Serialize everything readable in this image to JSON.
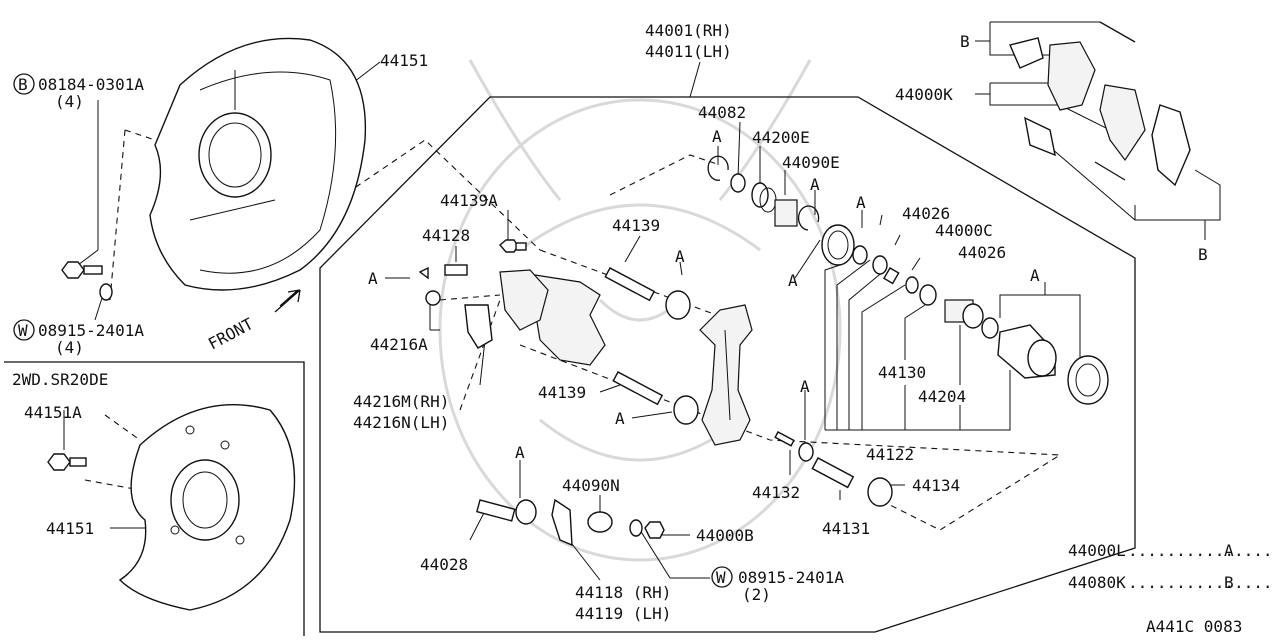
{
  "labels": {
    "p44001": "44001(RH)",
    "p44011": "44011(LH)",
    "p44151_top": "44151",
    "p08184": "08184-0301A",
    "p08184_qty": "(4)",
    "p08915_top": "08915-2401A",
    "p08915_top_qty": "(4)",
    "front": "FRONT",
    "inset_title": "2WD.SR20DE",
    "p44151A": "44151A",
    "p44151_bottom": "44151",
    "p44082": "44082",
    "p44200E": "44200E",
    "p44090E": "44090E",
    "p44139A": "44139A",
    "p44139_top": "44139",
    "p44128": "44128",
    "p44216A": "44216A",
    "p44216M": "44216M(RH)",
    "p44216N": "44216N(LH)",
    "p44139_bottom": "44139",
    "p44026_a": "44026",
    "p44000C": "44000C",
    "p44026_b": "44026",
    "p44130": "44130",
    "p44204": "44204",
    "p44122": "44122",
    "p44132": "44132",
    "p44134": "44134",
    "p44131": "44131",
    "p44090N": "44090N",
    "p44000B": "44000B",
    "p44028": "44028",
    "p44118": "44118 (RH)",
    "p44119": "44119 (LH)",
    "p08915_bottom": "08915-2401A",
    "p08915_bottom_qty": "(2)",
    "p44000K": "44000K",
    "ref_B_top": "B",
    "ref_B_right": "B",
    "ref_A": "A",
    "circle_B": "B",
    "circle_W": "W",
    "circle_W2": "W"
  },
  "legend": [
    {
      "part": "44000L",
      "dots": "...............",
      "ref": "A"
    },
    {
      "part": "44080K",
      "dots": "...............",
      "ref": "B"
    }
  ],
  "diagram_code": "A441C 0083"
}
